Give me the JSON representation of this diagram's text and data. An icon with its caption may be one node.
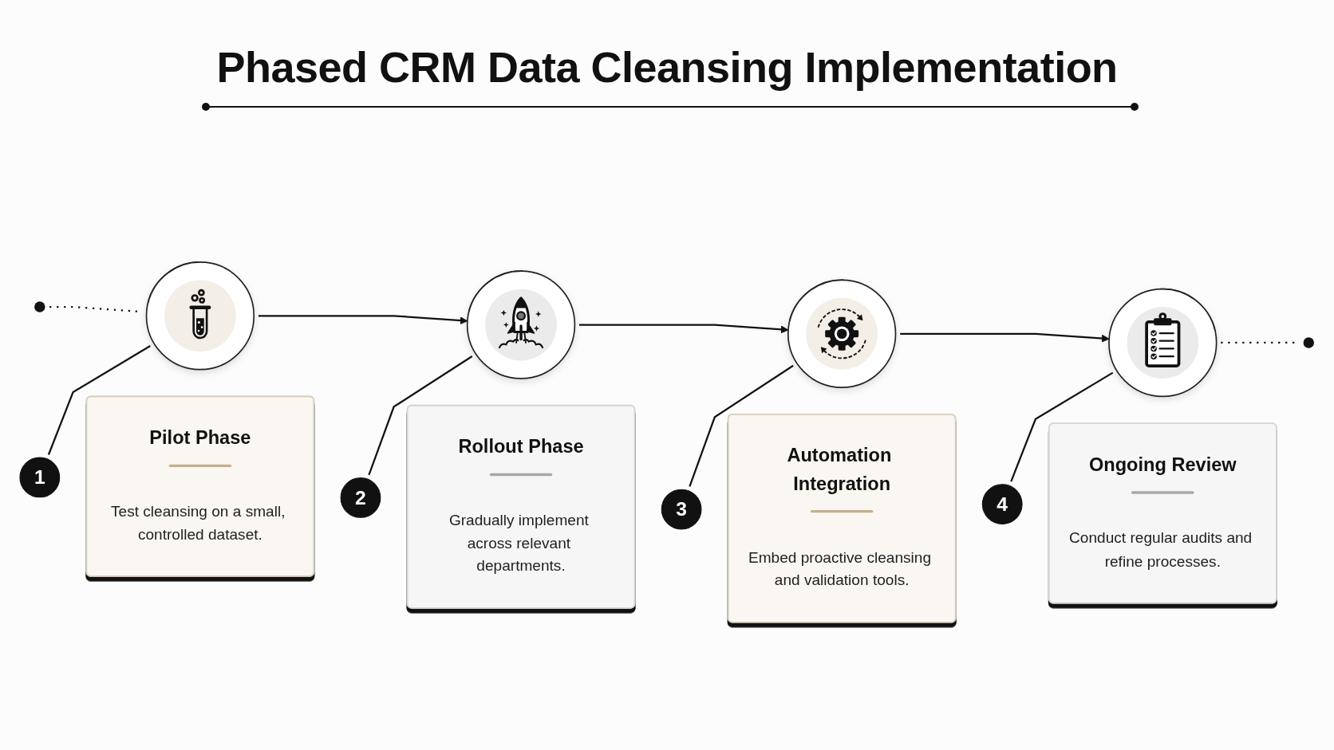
{
  "diagram": {
    "title": "Phased CRM Data Cleansing Implementation",
    "nodes": [
      {
        "text": [],
        "shape": "circle"
      },
      {
        "text": [],
        "shape": "circle"
      },
      {
        "text": [],
        "shape": "circle"
      },
      {
        "text": [],
        "shape": "circle"
      },
      {
        "text": [],
        "shape": "circle"
      },
      {
        "text": [],
        "shape": "circle"
      },
      {
        "text": [
          "1"
        ]
      },
      {
        "text": [
          "Pilot Phase",
          "Test cleansing on a small, controlled dataset."
        ]
      },
      {
        "text": [
          "2"
        ]
      },
      {
        "text": [
          "Rollout Phase",
          "Gradually implement across relevant departments."
        ]
      },
      {
        "text": [
          "3"
        ]
      },
      {
        "text": [
          "Automation Integration",
          "Embed proactive cleansing and validation tools."
        ]
      },
      {
        "text": [
          "4"
        ]
      },
      {
        "text": [
          "Ongoing Review",
          "Conduct regular audits and refine processes."
        ]
      }
    ],
    "edges": [
      {
        "from": 0,
        "to": 1,
        "arrow": "none",
        "style": "dashed"
      },
      {
        "from": 1,
        "to": 2,
        "arrow": "to"
      },
      {
        "from": 2,
        "to": 3,
        "arrow": "to"
      },
      {
        "from": 3,
        "to": 4,
        "arrow": "to"
      },
      {
        "from": 4,
        "to": 5,
        "arrow": "none",
        "style": "dashed"
      },
      {
        "from": 6,
        "to": 1,
        "arrow": "none"
      },
      {
        "from": 8,
        "to": 2,
        "arrow": "none"
      },
      {
        "from": 10,
        "to": 3,
        "arrow": "none"
      },
      {
        "from": 12,
        "to": 4,
        "arrow": "none"
      }
    ]
  }
}
